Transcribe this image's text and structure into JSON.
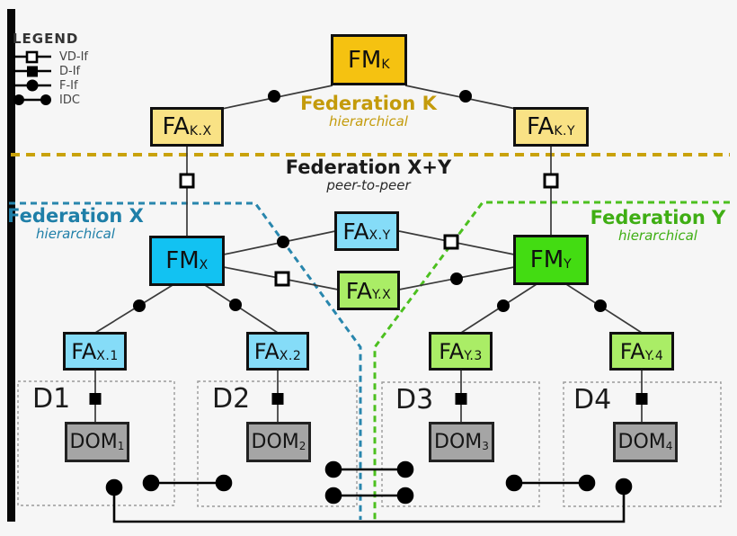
{
  "legend": {
    "title": "LEGEND",
    "items": [
      {
        "label": "VD-If",
        "symbol": "open-square-on-line"
      },
      {
        "label": "D-If",
        "symbol": "filled-square-on-line"
      },
      {
        "label": "F-If",
        "symbol": "filled-circle-on-line"
      },
      {
        "label": "IDC",
        "symbol": "dumbbell-circles"
      }
    ]
  },
  "federations": {
    "k": {
      "title": "Federation K",
      "subtitle": "hierarchical"
    },
    "xy": {
      "title": "Federation X+Y",
      "subtitle": "peer-to-peer"
    },
    "x": {
      "title": "Federation X",
      "subtitle": "hierarchical"
    },
    "y": {
      "title": "Federation Y",
      "subtitle": "hierarchical"
    }
  },
  "nodes": {
    "fm_k": {
      "main": "FM",
      "sub": "K"
    },
    "fa_kx": {
      "main": "FA",
      "sub": "K.X"
    },
    "fa_ky": {
      "main": "FA",
      "sub": "K.Y"
    },
    "fm_x": {
      "main": "FM",
      "sub": "X"
    },
    "fm_y": {
      "main": "FM",
      "sub": "Y"
    },
    "fa_xy": {
      "main": "FA",
      "sub": "X.Y"
    },
    "fa_yx": {
      "main": "FA",
      "sub": "Y.X"
    },
    "fa_x1": {
      "main": "FA",
      "sub": "X.1"
    },
    "fa_x2": {
      "main": "FA",
      "sub": "X.2"
    },
    "fa_y3": {
      "main": "FA",
      "sub": "Y.3"
    },
    "fa_y4": {
      "main": "FA",
      "sub": "Y.4"
    }
  },
  "domains": [
    {
      "label": "D1",
      "dom_main": "DOM",
      "dom_sub": "1"
    },
    {
      "label": "D2",
      "dom_main": "DOM",
      "dom_sub": "2"
    },
    {
      "label": "D3",
      "dom_main": "DOM",
      "dom_sub": "3"
    },
    {
      "label": "D4",
      "dom_main": "DOM",
      "dom_sub": "4"
    }
  ],
  "colors": {
    "fm_k_fill": "#f5c211",
    "fa_k_fill": "#f9e285",
    "fm_x_fill": "#12c2f2",
    "fa_x_fill": "#85dcf8",
    "fm_y_fill": "#43dc12",
    "fa_y_fill": "#aaed66",
    "dom_fill": "#a5a5a5",
    "federation_k_accent": "#c49b0b",
    "federation_x_accent": "#1f7fa8",
    "federation_y_accent": "#3fae14",
    "background": "#f6f6f6"
  }
}
